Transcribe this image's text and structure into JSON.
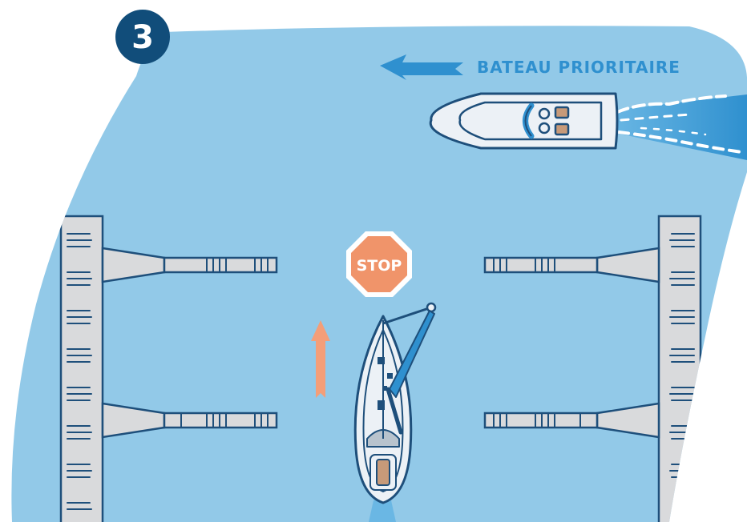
{
  "step_badge": {
    "number": "3"
  },
  "priority_label": {
    "text": "BATEAU PRIORITAIRE"
  },
  "stop_sign": {
    "text": "STOP"
  },
  "colors": {
    "water": "#92c9e8",
    "navy": "#1e4f7b",
    "badge": "#114d7a",
    "accent_blue": "#2f90cf",
    "stop_orange": "#f0946a",
    "arrow_orange": "#f49e78",
    "pontoon_grey": "#d9dadc",
    "boat_white": "#ecf1f6",
    "tan": "#c79a79"
  },
  "icons": [
    "priority-direction-arrow-icon",
    "motorboat-icon",
    "sailboat-icon",
    "stop-sign-icon",
    "forward-arrow-icon",
    "pontoon-icon"
  ]
}
